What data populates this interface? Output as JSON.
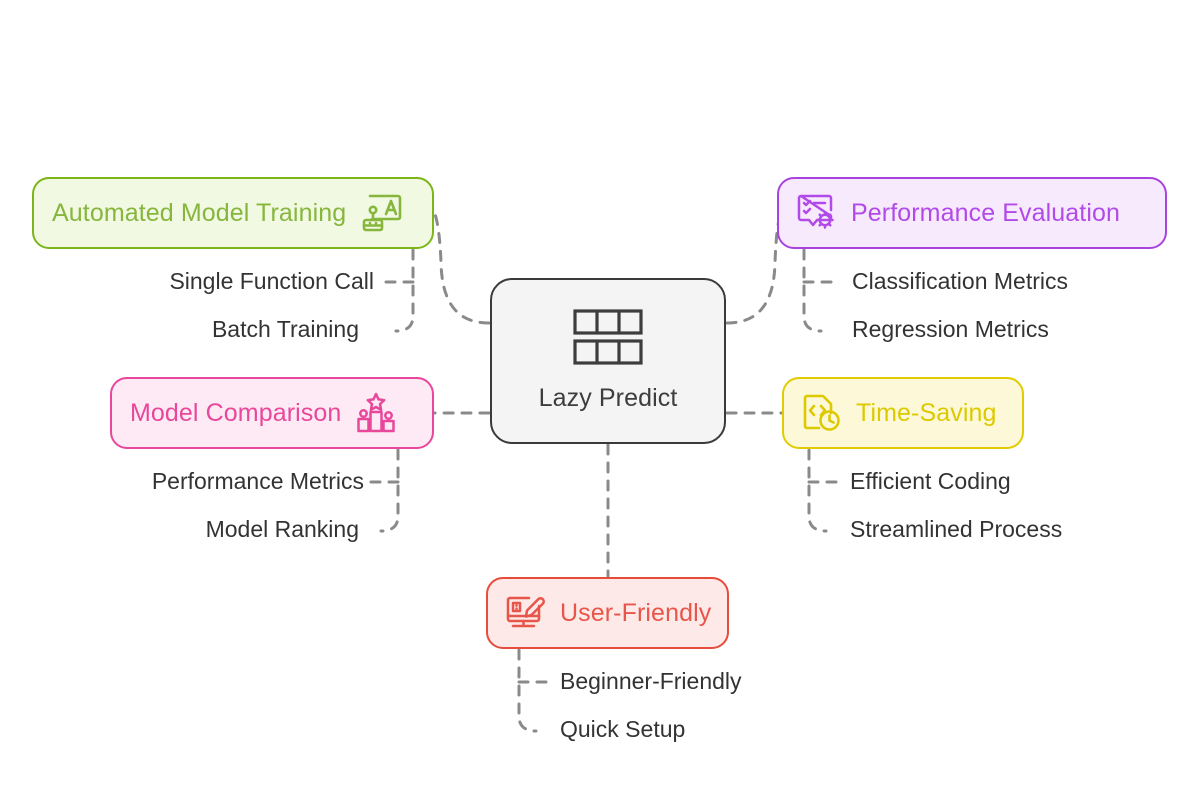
{
  "diagram": {
    "type": "mind-map",
    "title": "Lazy Predict",
    "center": {
      "label": "Lazy Predict",
      "icon": "table-grid-icon",
      "border_color": "#3a3a3a",
      "fill_color": "#f4f4f4"
    },
    "branches": [
      {
        "id": "automated-model-training",
        "label": "Automated Model Training",
        "icon": "robot-training-icon",
        "color": "#7cb518",
        "text_color": "#86b63c",
        "fill_color": "#f2f9e2",
        "position": "top-left",
        "children": [
          {
            "label": "Single Function Call"
          },
          {
            "label": "Batch Training"
          }
        ]
      },
      {
        "id": "model-comparison",
        "label": "Model Comparison",
        "icon": "podium-ranking-icon",
        "color": "#e8479b",
        "text_color": "#e8479b",
        "fill_color": "#fdeaf4",
        "position": "middle-left",
        "children": [
          {
            "label": "Performance Metrics"
          },
          {
            "label": "Model Ranking"
          }
        ]
      },
      {
        "id": "performance-evaluation",
        "label": "Performance Evaluation",
        "icon": "checklist-gear-icon",
        "color": "#a843e0",
        "text_color": "#b14ae8",
        "fill_color": "#f8eafd",
        "position": "top-right",
        "children": [
          {
            "label": "Classification Metrics"
          },
          {
            "label": "Regression Metrics"
          }
        ]
      },
      {
        "id": "time-saving",
        "label": "Time-Saving",
        "icon": "code-file-clock-icon",
        "color": "#e0cc00",
        "text_color": "#ddc900",
        "fill_color": "#fdf9d8",
        "position": "middle-right",
        "children": [
          {
            "label": "Efficient Coding"
          },
          {
            "label": "Streamlined Process"
          }
        ]
      },
      {
        "id": "user-friendly",
        "label": "User-Friendly",
        "icon": "monitor-pencil-icon",
        "color": "#e74c3c",
        "text_color": "#e8554a",
        "fill_color": "#fdeae8",
        "position": "bottom",
        "children": [
          {
            "label": "Beginner-Friendly"
          },
          {
            "label": "Quick Setup"
          }
        ]
      }
    ],
    "connector_color": "#8a8a8a",
    "sub_text_color": "#333333",
    "background_color": "#ffffff"
  }
}
